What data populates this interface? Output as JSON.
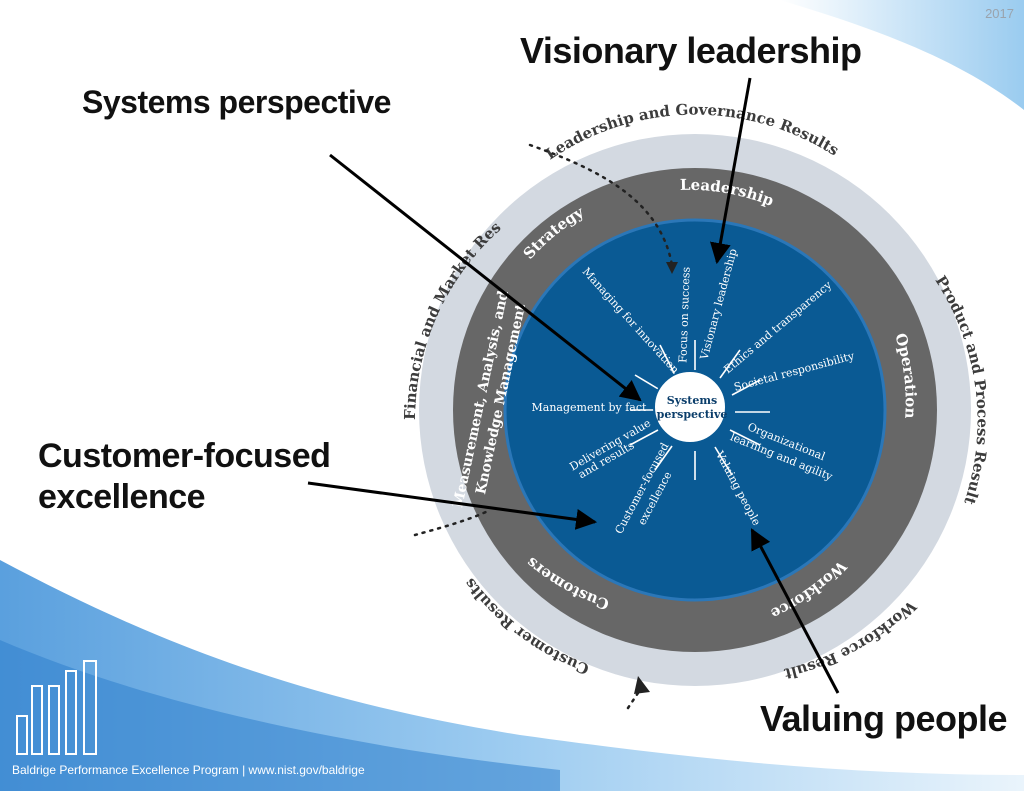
{
  "slide": {
    "year": "2017",
    "footer": "Baldrige Performance Excellence Program | www.nist.gov/baldrige"
  },
  "callouts": {
    "visionary_leadership": "Visionary leadership",
    "systems_perspective": "Systems perspective",
    "customer_focused_line1": "Customer-focused",
    "customer_focused_line2": "excellence",
    "valuing_people": "Valuing people"
  },
  "diagram": {
    "results_ring": {
      "leadership_governance": "Leadership and Governance Results",
      "product_process": "Product and Process Results",
      "workforce": "Workforce Results",
      "customer": "Customer Results",
      "financial_market": "Financial and Market Results"
    },
    "categories_ring": {
      "leadership": "Leadership",
      "operations": "Operations",
      "workforce": "Workforce",
      "customers": "Customers",
      "strategy": "Strategy",
      "measurement_line1": "Measurement, Analysis, and",
      "measurement_line2": "Knowledge Management"
    },
    "center": {
      "line1": "Systems",
      "line2": "perspective"
    },
    "core_values": {
      "focus_on_success": "Focus on success",
      "visionary_leadership": "Visionary leadership",
      "ethics_transparency": "Ethics and transparency",
      "societal_responsibility": "Societal responsibility",
      "org_learning_line1": "Organizational",
      "org_learning_line2": "learning and agility",
      "valuing_people": "Valuing people",
      "customer_focused_line1": "Customer-focused",
      "customer_focused_line2": "excellence",
      "delivering_value_line1": "Delivering value",
      "delivering_value_line2": "and results",
      "management_by_fact": "Management by fact",
      "managing_innovation": "Managing for innovation"
    }
  },
  "colors": {
    "outer_ring": "#d3d9e1",
    "middle_ring": "#676767",
    "inner_circle": "#0a5a94",
    "accent_blue": "#4aa0dd"
  }
}
